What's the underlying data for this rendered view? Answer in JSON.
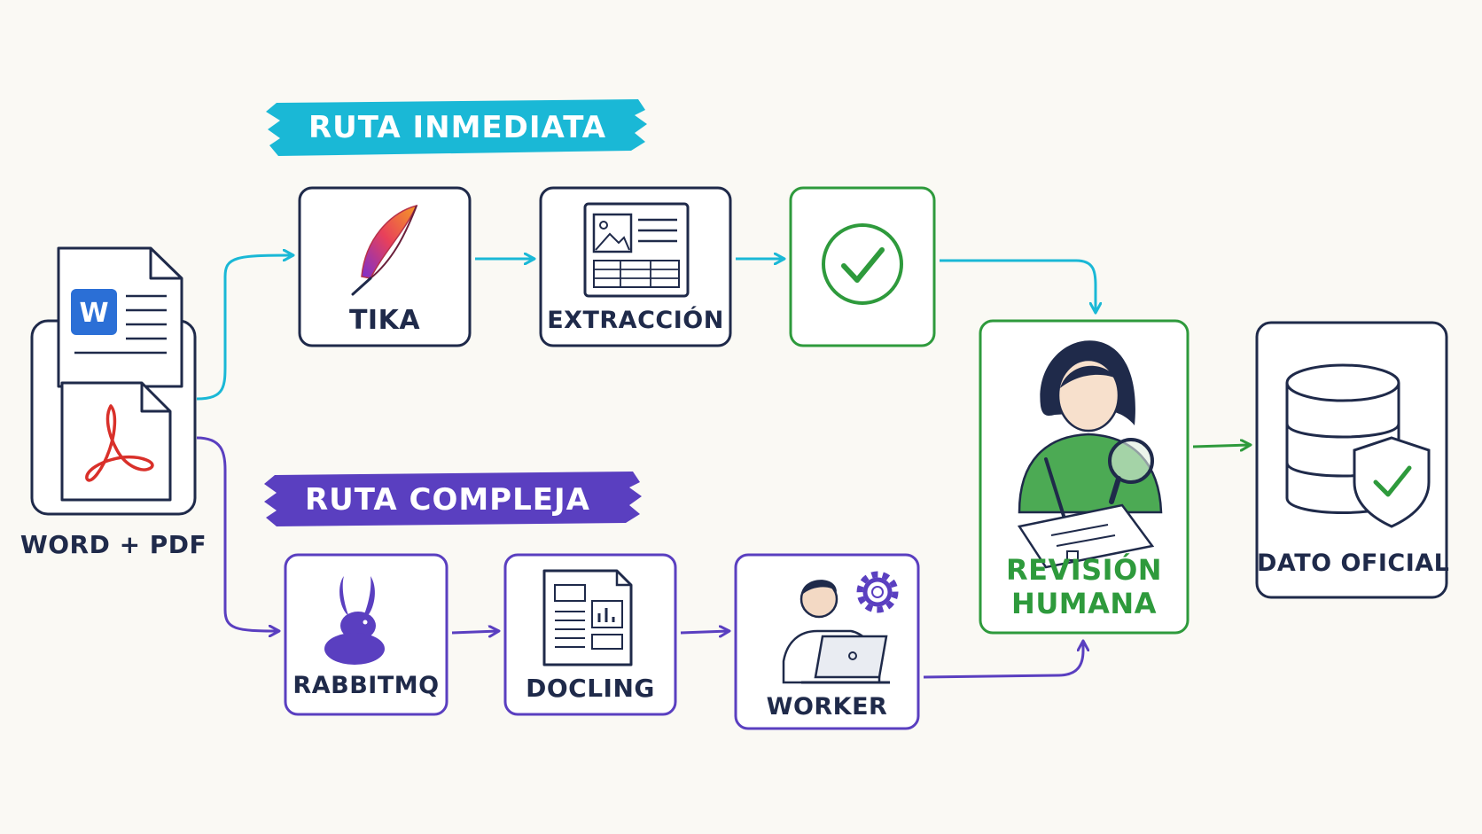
{
  "colors": {
    "navy": "#1f2a4a",
    "cyan": "#1ab8d6",
    "purple": "#5a3fc0",
    "green": "#2e9a3c",
    "word_blue": "#2b6fd6",
    "pdf_red": "#d9302a"
  },
  "banners": {
    "immediate": "RUTA INMEDIATA",
    "complex": "RUTA COMPLEJA"
  },
  "source": {
    "label": "WORD + PDF",
    "icons": [
      "word-document-icon",
      "pdf-document-icon"
    ]
  },
  "immediate_route": [
    {
      "label": "TIKA",
      "icon": "feather-icon"
    },
    {
      "label": "EXTRACCIÓN",
      "icon": "document-extraction-icon"
    },
    {
      "label": "",
      "icon": "check-circle-icon"
    }
  ],
  "complex_route": [
    {
      "label": "RABBITMQ",
      "icon": "rabbit-icon"
    },
    {
      "label": "DOCLING",
      "icon": "document-chart-icon"
    },
    {
      "label": "WORKER",
      "icon": "person-laptop-gear-icon"
    }
  ],
  "review": {
    "line1": "REVISIÓN",
    "line2": "HUMANA",
    "icon": "woman-magnifier-review-icon"
  },
  "output": {
    "label": "DATO OFICIAL",
    "icon": "database-shield-icon"
  }
}
